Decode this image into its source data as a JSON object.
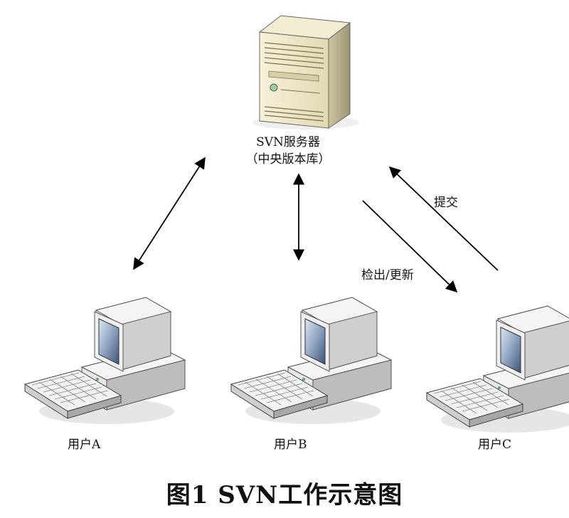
{
  "server": {
    "name": "SVN服务器",
    "subtitle": "（中央版本库）"
  },
  "clients": [
    {
      "label": "用户A"
    },
    {
      "label": "用户B"
    },
    {
      "label": "用户C"
    }
  ],
  "edges": {
    "commit": "提交",
    "checkout_update": "检出/更新"
  },
  "caption": "图1   SVN工作示意图"
}
